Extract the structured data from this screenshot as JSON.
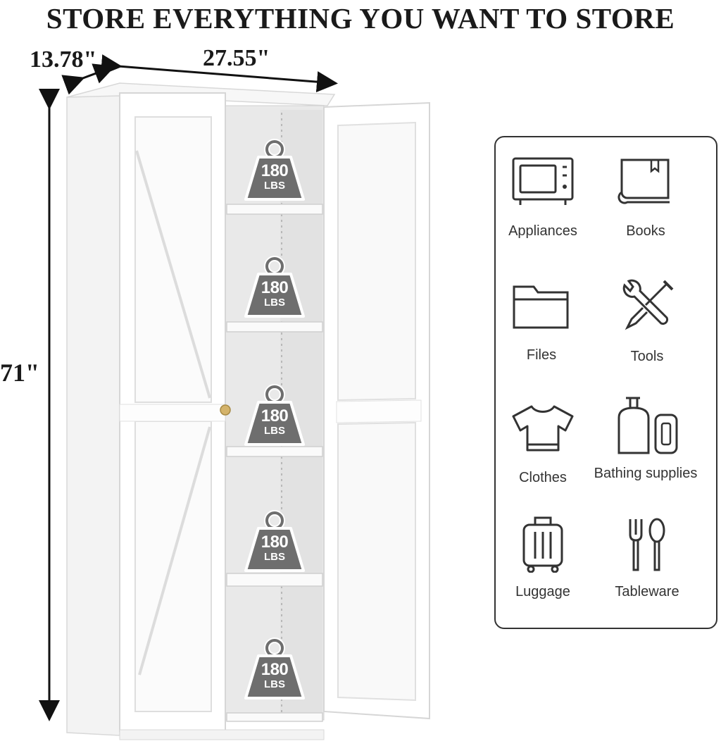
{
  "headline": "STORE EVERYTHING YOU WANT TO STORE",
  "dimensions": {
    "depth": "13.78\"",
    "width": "27.55\"",
    "height": "71\""
  },
  "shelf_capacity": {
    "value": "180",
    "unit": "LBS"
  },
  "categories": [
    {
      "label": "Appliances",
      "icon": "microwave-icon"
    },
    {
      "label": "Books",
      "icon": "book-icon"
    },
    {
      "label": "Files",
      "icon": "folder-icon"
    },
    {
      "label": "Tools",
      "icon": "wrench-screwdriver-icon"
    },
    {
      "label": "Clothes",
      "icon": "tshirt-icon"
    },
    {
      "label": "Bathing supplies",
      "icon": "soap-bottle-icon"
    },
    {
      "label": "Luggage",
      "icon": "suitcase-icon"
    },
    {
      "label": "Tableware",
      "icon": "fork-spoon-icon"
    }
  ],
  "colors": {
    "cabinet": "#ffffff",
    "outline": "#333333",
    "knob": "#d4b36a"
  }
}
